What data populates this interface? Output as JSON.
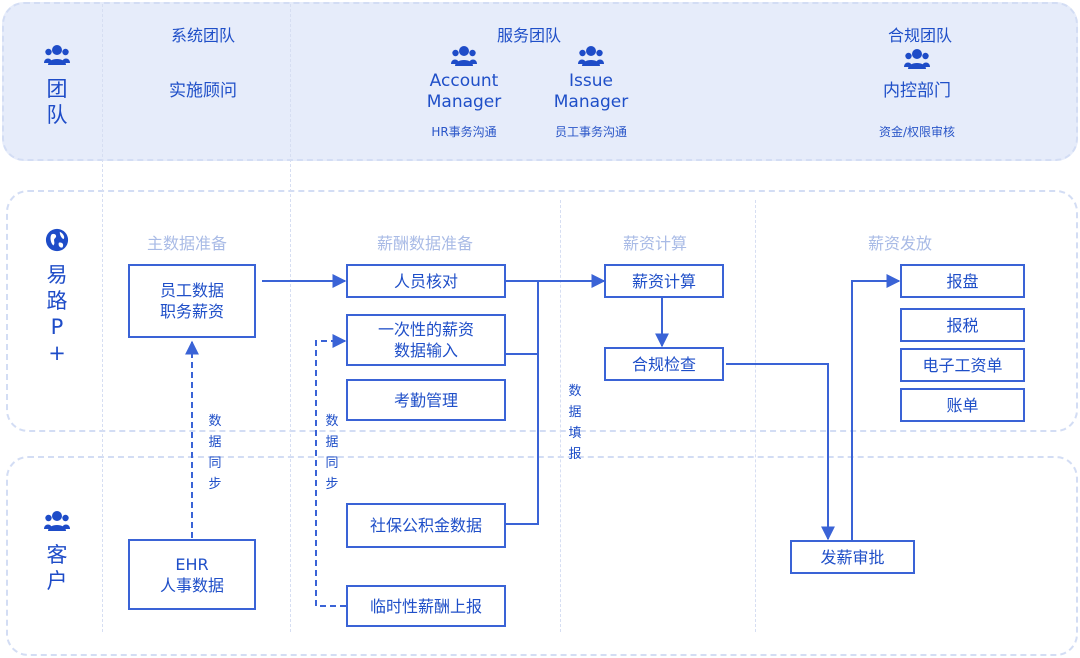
{
  "rows": {
    "team": "团队",
    "platform": "易路P+",
    "client": "客户"
  },
  "teams": {
    "system": {
      "title": "系统团队",
      "role": "实施顾问"
    },
    "service": {
      "title": "服务团队",
      "roles": [
        {
          "name": "Account Manager",
          "sub": "HR事务沟通"
        },
        {
          "name": "Issue Manager",
          "sub": "员工事务沟通"
        }
      ]
    },
    "compliance": {
      "title": "合规团队",
      "role": "内控部门",
      "sub": "资金/权限审核"
    }
  },
  "phases": [
    "主数据准备",
    "薪酬数据准备",
    "薪资计算",
    "薪资发放"
  ],
  "boxes": {
    "employee_data": "员工数据\n职务薪资",
    "personnel_check": "人员核对",
    "one_time_input": "一次性的薪资\n数据输入",
    "attendance": "考勤管理",
    "social_security": "社保公积金数据",
    "temp_report": "临时性薪酬上报",
    "ehr": "EHR\n人事数据",
    "payroll_calc": "薪资计算",
    "compliance_check": "合规检查",
    "payroll_approval": "发薪审批",
    "bank_file": "报盘",
    "tax": "报税",
    "e_payslip": "电子工资单",
    "statement": "账单"
  },
  "flow_labels": {
    "data_sync_1": "数据同步",
    "data_sync_2": "数据同步",
    "data_fill": "数据填报"
  },
  "colors": {
    "accent": "#1f4fc8",
    "team_band": "#e6ecfa",
    "phase_text": "#a9bbe6"
  },
  "icons": {
    "team": "group-icon",
    "platform": "globe-icon",
    "client": "group-icon"
  }
}
